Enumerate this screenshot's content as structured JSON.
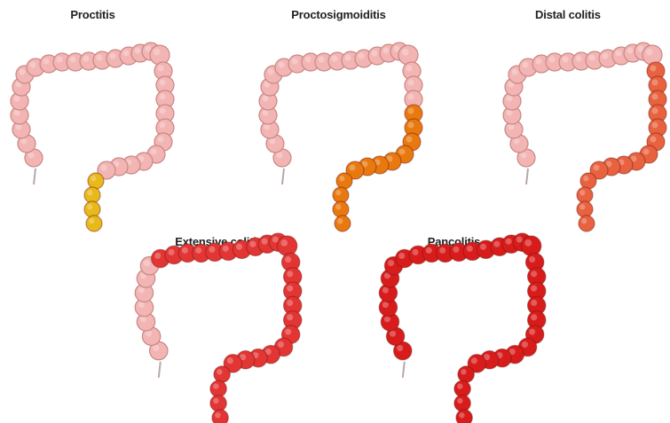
{
  "colors": {
    "healthy": "#f2b5b3",
    "healthy_outline": "#c98784",
    "proctitis": "#e7b91a",
    "proctosigmoiditis": "#e8790f",
    "distal_colitis": "#e8623f",
    "extensive_colitis": "#e23534",
    "pancolitis": "#d81c1c"
  },
  "panels": [
    {
      "title": "Proctitis",
      "affected": "proctitis"
    },
    {
      "title": "Proctosigmoiditis",
      "affected": "proctosigmoiditis"
    },
    {
      "title": "Distal colitis",
      "affected": "distal"
    },
    {
      "title": "Extensive colitis",
      "affected": "extensive"
    },
    {
      "title": "Pancolitis",
      "affected": "pancolitis"
    }
  ]
}
